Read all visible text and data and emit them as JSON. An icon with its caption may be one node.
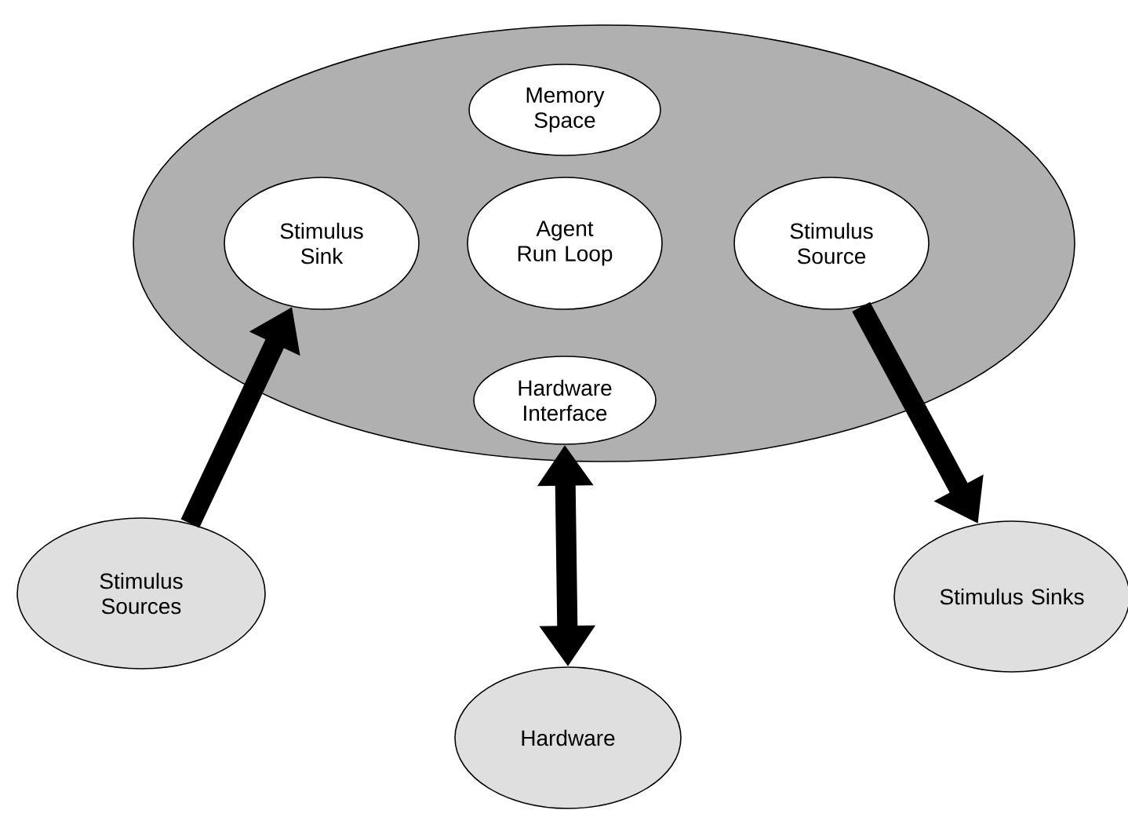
{
  "diagram": {
    "nodes": [
      {
        "text": [],
        "shape": "ellipse"
      },
      {
        "text": [
          "Memory Space"
        ],
        "in": 0
      },
      {
        "text": [
          "Stimulus Sink"
        ],
        "in": 0
      },
      {
        "text": [
          "Agent Run Loop"
        ],
        "in": 0
      },
      {
        "text": [
          "Stimulus Source"
        ],
        "in": 0
      },
      {
        "text": [
          "Hardware Interface"
        ],
        "in": 0
      },
      {
        "text": [
          "Stimulus Sources"
        ]
      },
      {
        "text": [
          "Hardware"
        ]
      },
      {
        "text": [
          "Stimulus Sinks"
        ]
      }
    ],
    "edges": [
      {
        "from": 6,
        "to": 2,
        "arrow": "to"
      },
      {
        "from": 5,
        "to": 7,
        "arrow": "both"
      },
      {
        "from": 4,
        "to": 8,
        "arrow": "to"
      }
    ]
  }
}
